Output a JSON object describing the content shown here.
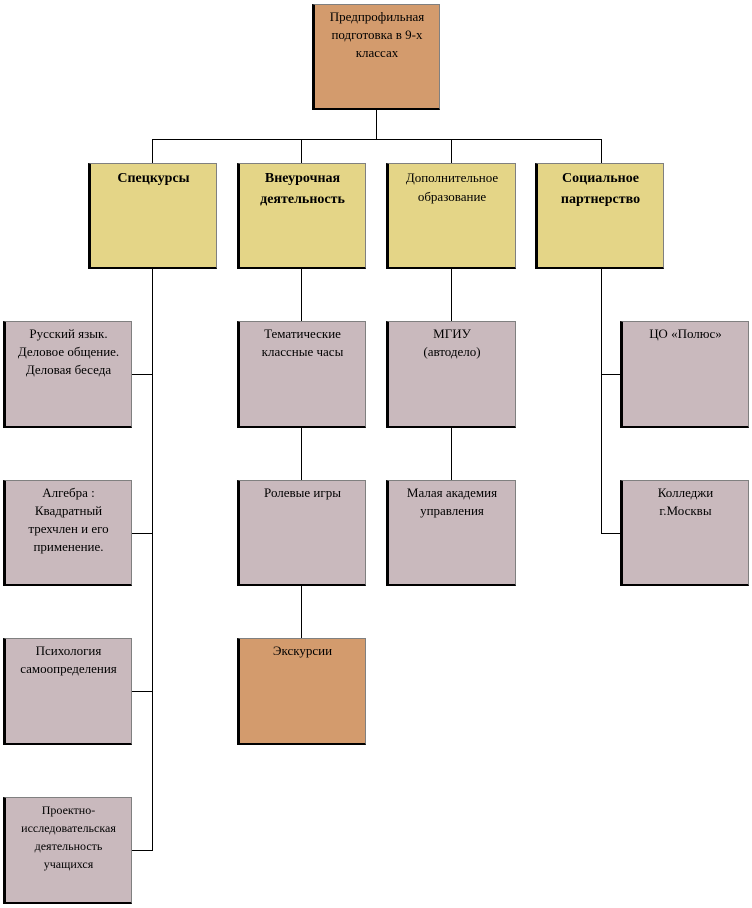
{
  "diagram": {
    "root": {
      "label": "Предпрофильная\nподготовка в 9-х\nклассах"
    },
    "categories": [
      {
        "label": "Спецкурсы",
        "items": [
          "Русский язык.\nДеловое общение.\nДеловая беседа",
          "Алгебра :\nКвадратный\nтрехчлен и его\nприменение.",
          "Психология\nсамоопределения",
          "Проектно-\nисследовательская\nдеятельность\nучащихся"
        ]
      },
      {
        "label": "Внеурочная\nдеятельность",
        "items": [
          "Тематические\nклассные часы",
          "Ролевые игры",
          "Экскурсии"
        ]
      },
      {
        "label": "Дополнительное\nобразование",
        "items": [
          "МГИУ\n(автодело)",
          "Малая академия\nуправления"
        ]
      },
      {
        "label": "Социальное\nпартнерство",
        "items": [
          "ЦО «Полюс»",
          "Колледжи\nг.Москвы"
        ]
      }
    ]
  },
  "colors": {
    "root_fill": "#d39b6d",
    "category_fill": "#e4d587",
    "item_fill": "#c9b9bd",
    "highlight_fill": "#d39b6d",
    "connector": "#000000"
  }
}
